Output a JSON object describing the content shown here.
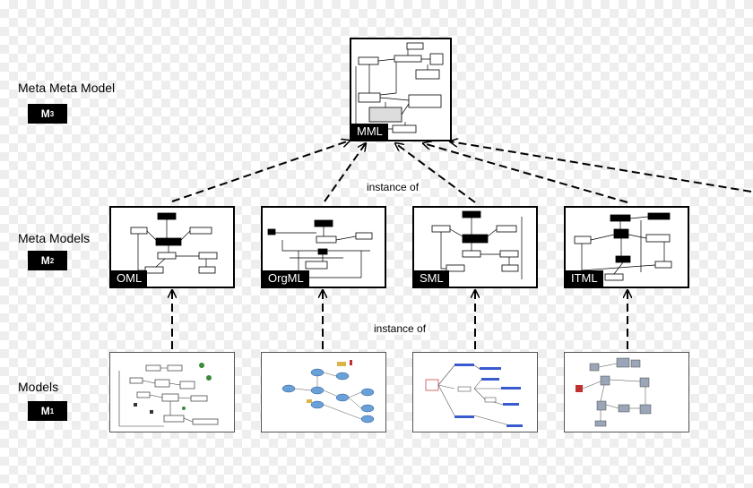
{
  "levels": {
    "m3": {
      "label": "Meta Meta Model",
      "badge": "M",
      "badge_sub": "3"
    },
    "m2": {
      "label": "Meta Models",
      "badge": "M",
      "badge_sub": "2"
    },
    "m1": {
      "label": "Models",
      "badge": "M",
      "badge_sub": "1"
    }
  },
  "mml": {
    "label": "MML"
  },
  "meta_models": [
    {
      "label": "OML"
    },
    {
      "label": "OrgML"
    },
    {
      "label": "SML"
    },
    {
      "label": "ITML"
    }
  ],
  "relations": {
    "top": "instance of",
    "bottom": "instance of"
  },
  "colors": {
    "background": "#ffffff",
    "box_border": "#000000",
    "label_bg": "#000000"
  }
}
